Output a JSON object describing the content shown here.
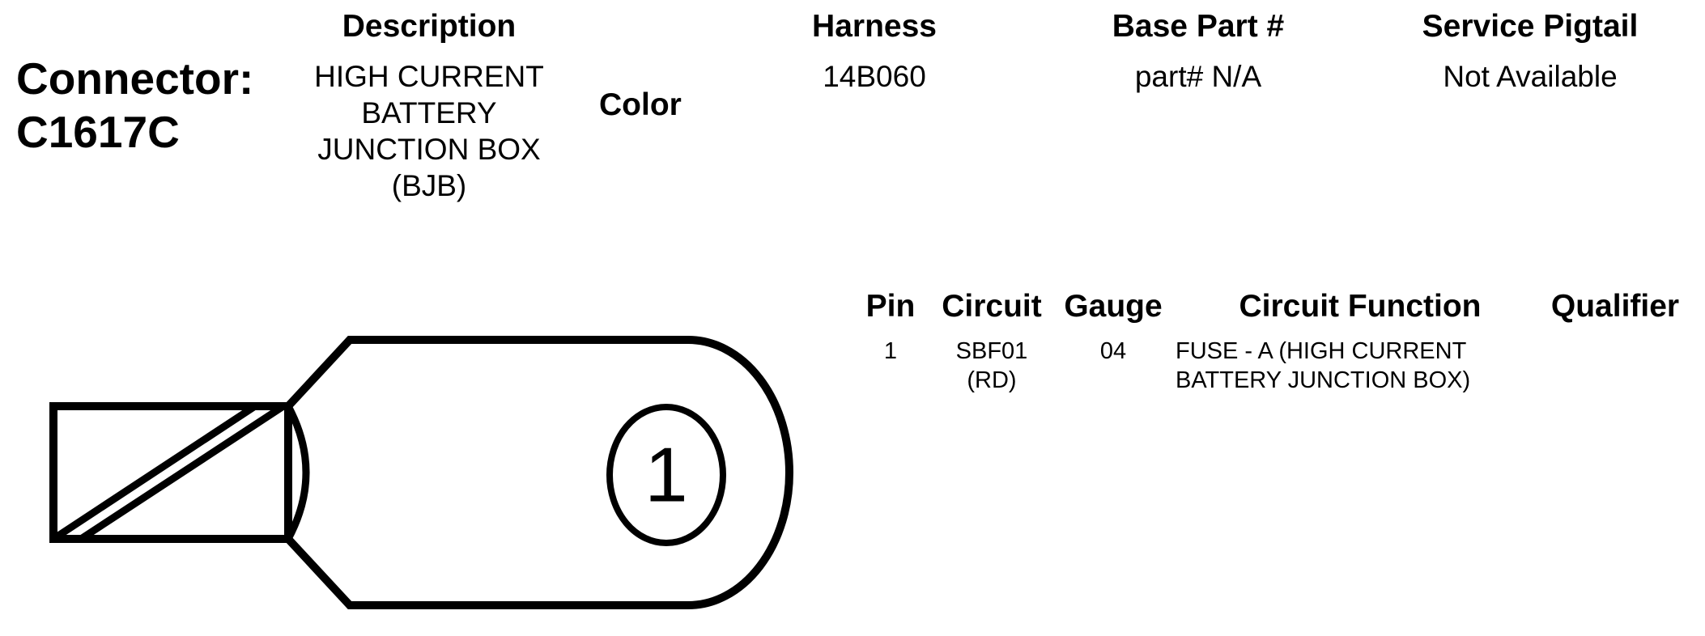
{
  "connector": {
    "label": "Connector:",
    "id": "C1617C"
  },
  "header": {
    "description_title": "Description",
    "description_lines": [
      "HIGH CURRENT",
      "BATTERY",
      "JUNCTION BOX",
      "(BJB)"
    ],
    "color_title": "Color",
    "harness_title": "Harness",
    "harness_value": "14B060",
    "base_part_title": "Base Part #",
    "base_part_value": "part# N/A",
    "service_pigtail_title": "Service Pigtail",
    "service_pigtail_value": "Not Available"
  },
  "pin_table": {
    "columns": [
      "Pin",
      "Circuit",
      "Gauge",
      "Circuit Function",
      "Qualifier"
    ],
    "rows": [
      {
        "pin": "1",
        "circuit_lines": [
          "SBF01",
          "(RD)"
        ],
        "gauge": "04",
        "function_lines": [
          "FUSE - A (HIGH CURRENT",
          "BATTERY JUNCTION BOX)"
        ],
        "qualifier": ""
      }
    ]
  },
  "diagram": {
    "pin_label": "1"
  }
}
